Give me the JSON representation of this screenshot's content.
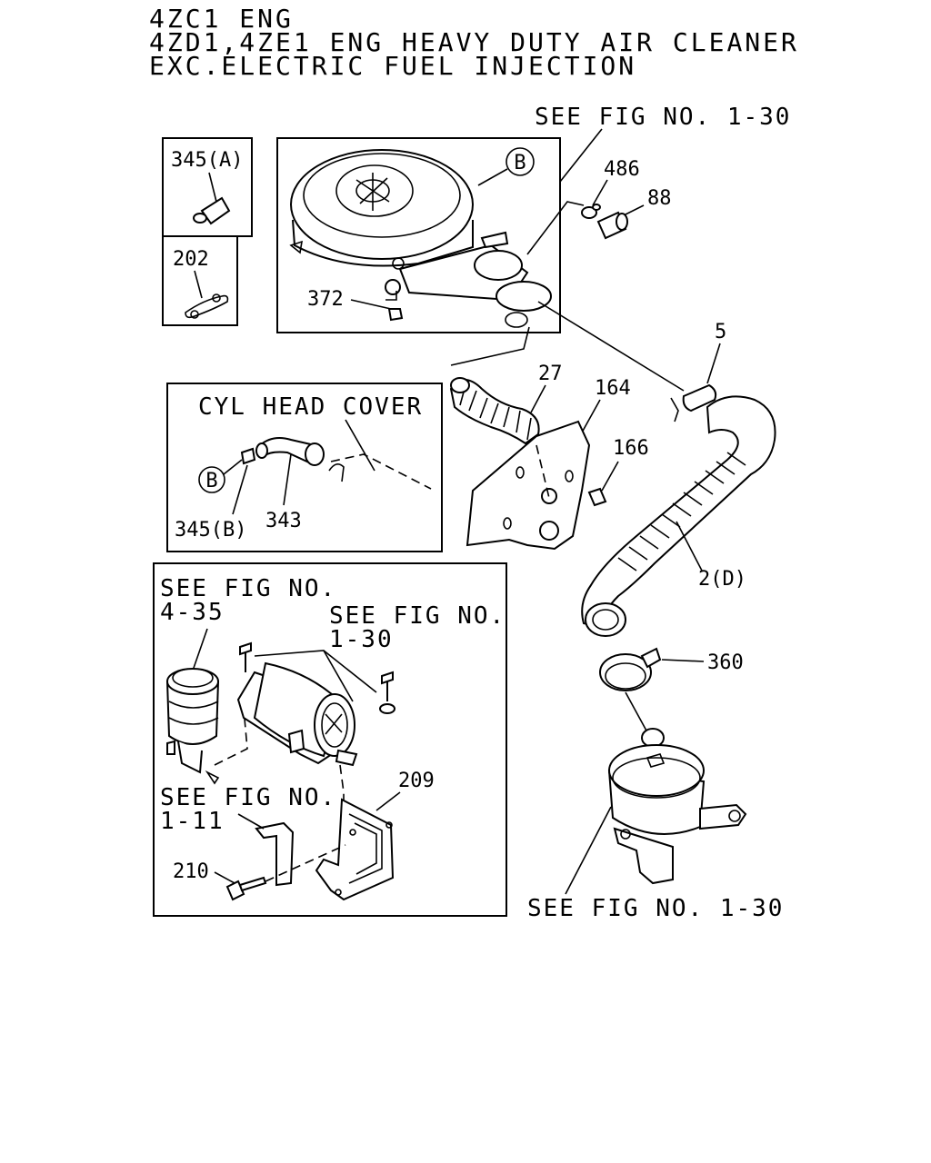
{
  "title": {
    "line1": "4ZC1 ENG",
    "line2": "4ZD1,4ZE1 ENG HEAVY DUTY AIR CLEANER",
    "line3": "EXC.ELECTRIC FUEL INJECTION"
  },
  "refs": {
    "fig_1_30_top": "SEE FIG NO. 1-30",
    "fig_1_30_bottom": "SEE FIG NO. 1-30",
    "fig_4_35_a": "SEE FIG NO.",
    "fig_4_35_b": "4-35",
    "fig_1_30_inset_a": "SEE FIG NO.",
    "fig_1_30_inset_b": "1-30",
    "fig_1_11_a": "SEE FIG NO.",
    "fig_1_11_b": "1-11"
  },
  "cyl_head_cover": "CYL HEAD COVER",
  "callouts": {
    "B_top": "B",
    "B_inset": "B"
  },
  "parts": {
    "p345A": "345(A)",
    "p202": "202",
    "p372": "372",
    "p486": "486",
    "p88": "88",
    "p5": "5",
    "p27": "27",
    "p164": "164",
    "p166": "166",
    "p2D": "2(D)",
    "p345B": "345(B)",
    "p343": "343",
    "p360": "360",
    "p209": "209",
    "p210": "210"
  }
}
